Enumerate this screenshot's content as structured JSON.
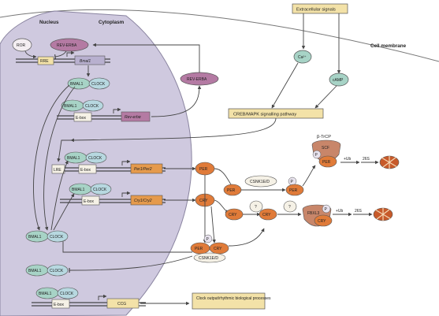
{
  "labels": {
    "nucleus": "Nucleus",
    "cytoplasm": "Cytoplasm",
    "cell_membrane": "Cell membrane",
    "extracellular_signals": "Extracellular signals",
    "ca": "Ca²⁺",
    "camp": "cAMP",
    "creb": "CREB/MAPK signalling pathway",
    "ror": "ROR",
    "rev_erba": "REV-ERBA",
    "rre": "RRE",
    "bmal1_gene": "Bmal1",
    "bmal1": "BMAL1",
    "clock": "CLOCK",
    "ebox": "E-box",
    "rev_erba_gene": "Rev-erbα",
    "lre": "LRE",
    "per_genes": "Per1/Per2",
    "cry_genes": "Cry1/Cry2",
    "per": "PER",
    "cry": "CRY",
    "csnk": "CSNK1E/D",
    "csnk2": "CSNK1E/D",
    "p": "P",
    "q": "?",
    "btrcp": "β-TrCP",
    "scf": "SCF",
    "fbxl3": "FBXL3",
    "ub": "+Ub",
    "s26": "26S",
    "ccg": "CCG",
    "output": "Clock output/rhythmic biological processes"
  },
  "colors": {
    "nucleus_fill": "#cfc9df",
    "cell_fill": "#ffffff",
    "bmal_fill": "#a7d3c6",
    "clock_fill": "#b7d8e0",
    "rev_erba_fill": "#b47aa3",
    "gene_fill": "#e59a4c",
    "per_cry_fill": "#e07b39",
    "box_fill": "#f3e2a8",
    "ror_fill": "#f4eef2",
    "scf_fill": "#c8866a",
    "p_fill": "#e8e3ee",
    "proteasome": "#c75a2a"
  }
}
